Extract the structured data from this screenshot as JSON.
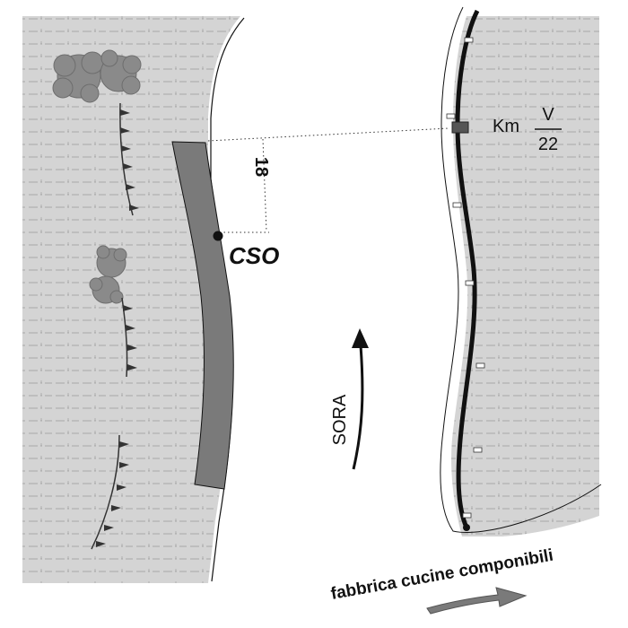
{
  "labels": {
    "section_km": "Km",
    "section_num": "V",
    "section_den": "22",
    "distance": "18",
    "outfall": "CSO",
    "river": "SORA",
    "factory": "fabbrica cucine componibili"
  },
  "colors": {
    "land": "#d4d4d4",
    "hatch": "#9a9a9a",
    "structure": "#7a7a7a",
    "ink": "#111111",
    "vegetation": "#8a8a8a"
  },
  "icons": {
    "outfall_point": "circle-dot-icon",
    "flow_direction": "curved-arrow-up-icon",
    "factory_direction": "arrow-right-icon",
    "section_marker": "rectangle-marker-icon"
  }
}
